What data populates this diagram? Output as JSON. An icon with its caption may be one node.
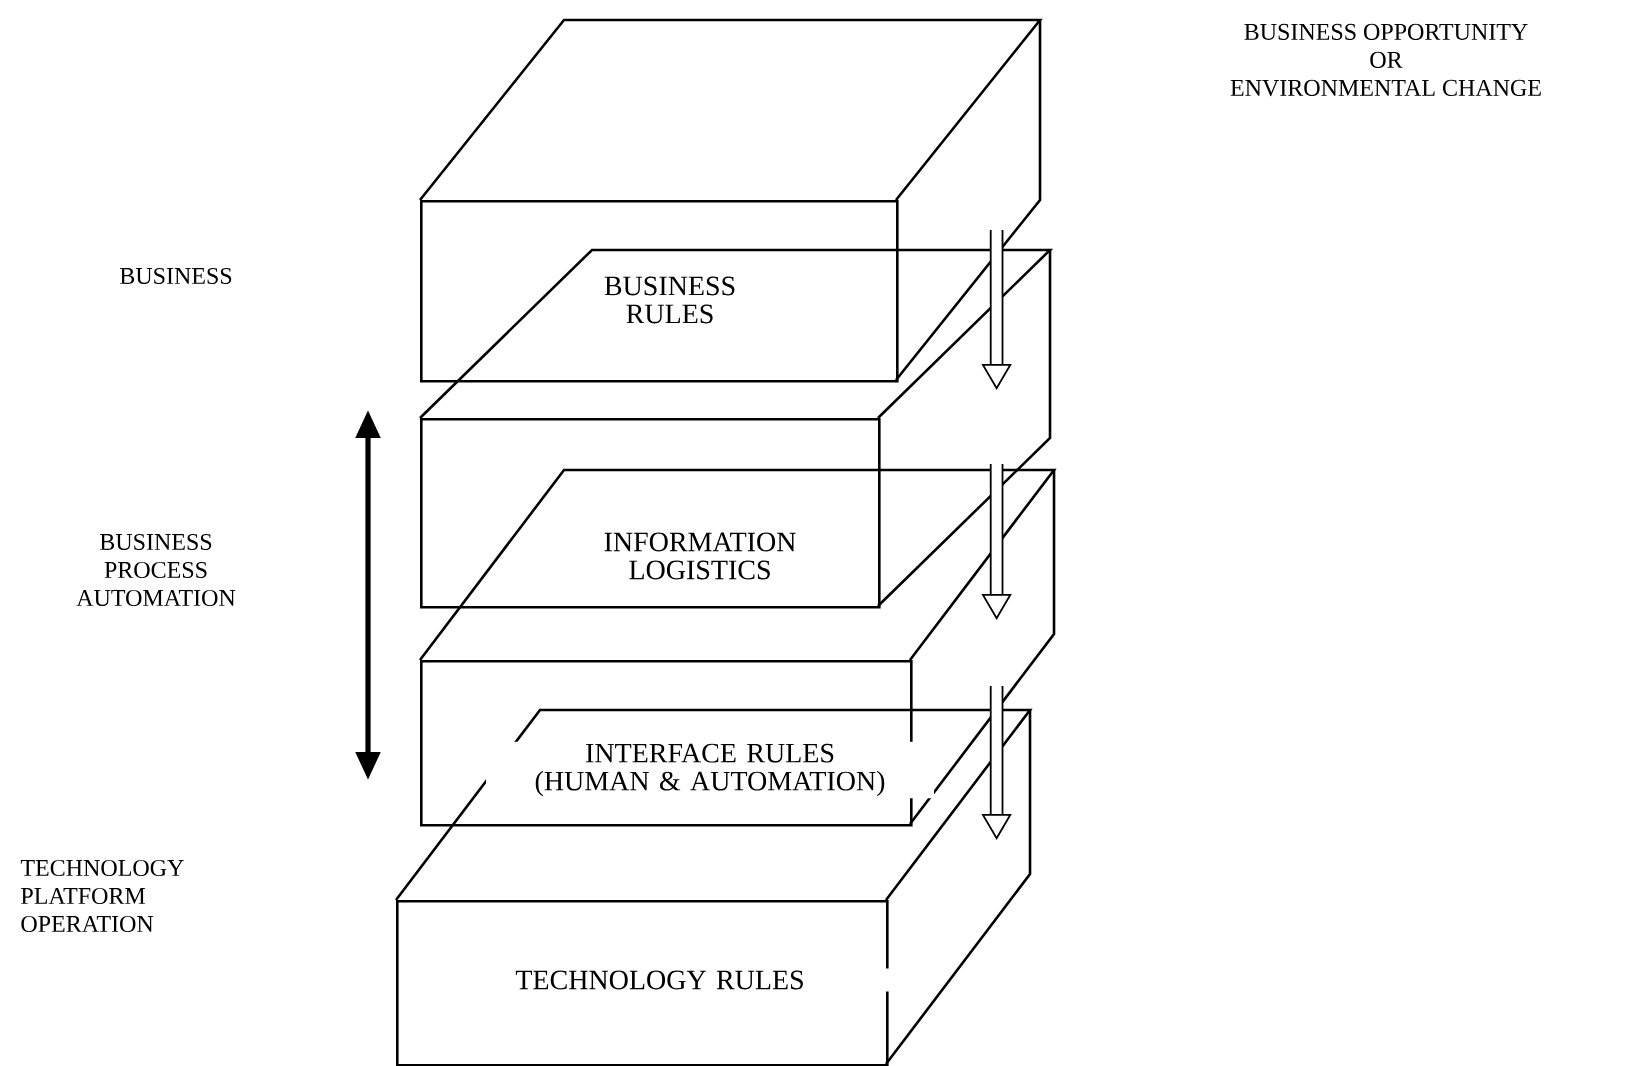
{
  "diagram": {
    "nodes": [
      {
        "text": [
          "BUSINESS RULES"
        ]
      },
      {
        "text": [
          "INFORMATION LOGISTICS"
        ]
      },
      {
        "text": [
          "INTERFACE RULES (HUMAN & AUTOMATION)"
        ]
      },
      {
        "text": [
          "TECHNOLOGY RULES"
        ]
      }
    ],
    "edges": [
      {
        "from": 0,
        "to": 1,
        "arrow": "to"
      },
      {
        "from": 1,
        "to": 2,
        "arrow": "to"
      },
      {
        "from": 2,
        "to": 3,
        "arrow": "to"
      }
    ],
    "labels": [
      "BUSINESS OPPORTUNITY OR ENVIRONMENTAL CHANGE",
      "BUSINESS",
      "BUSINESS PROCESS AUTOMATION",
      "TECHNOLOGY PLATFORM OPERATION"
    ]
  }
}
